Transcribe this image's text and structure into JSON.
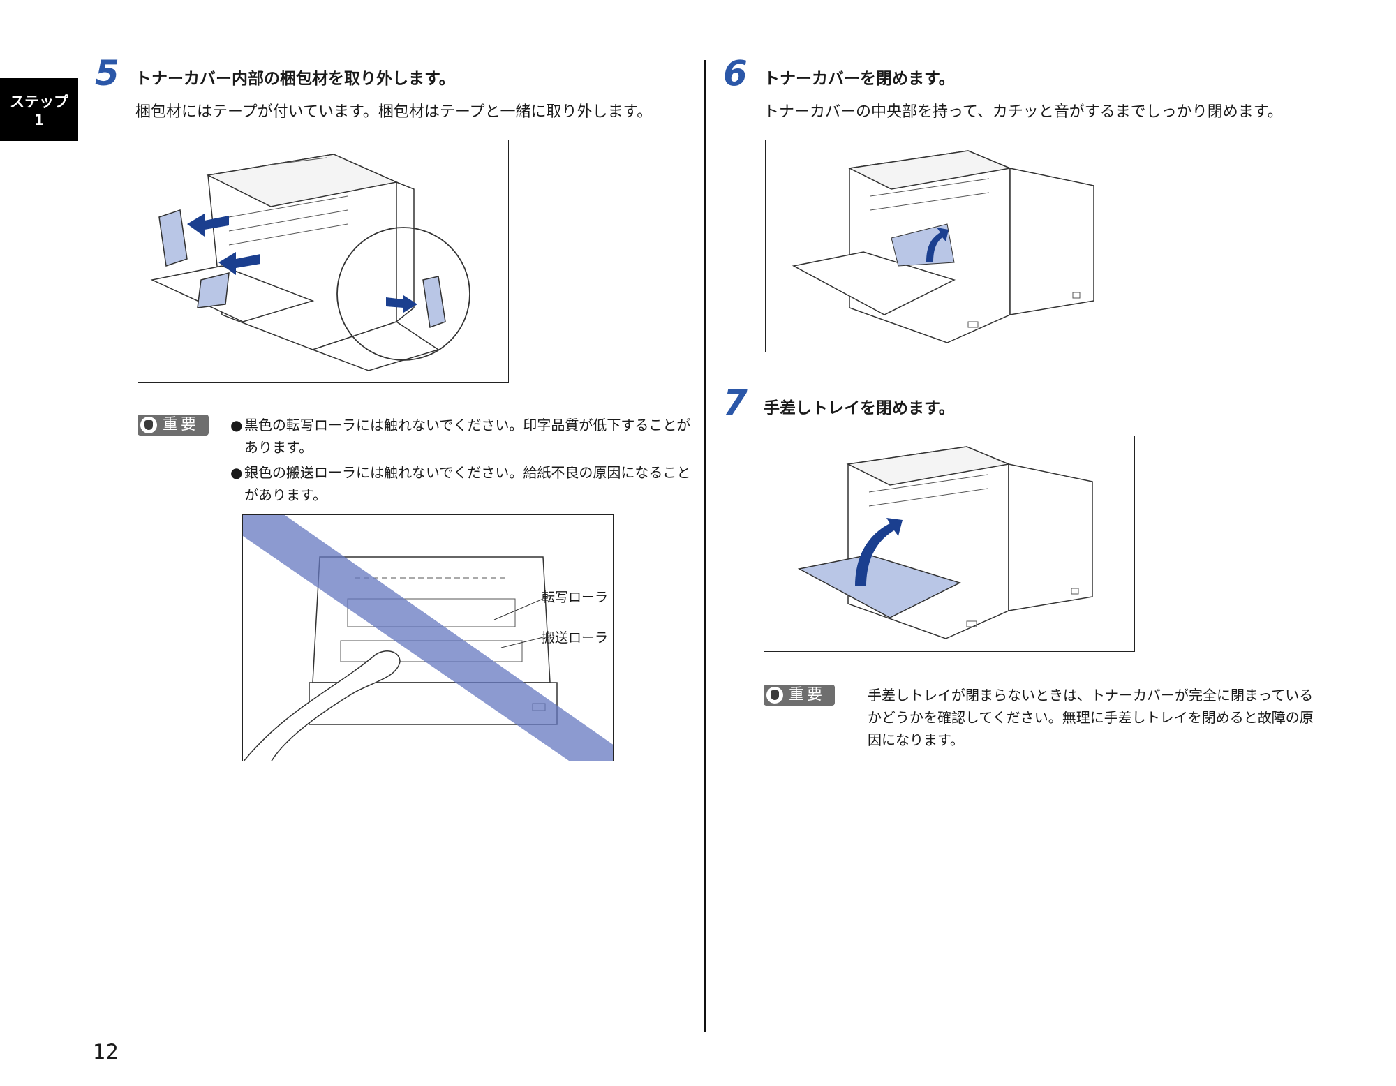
{
  "tab": {
    "line1": "ステップ",
    "line2": "1"
  },
  "page_number": "12",
  "important_label": "重要",
  "step5": {
    "number": "5",
    "title": "トナーカバー内部の梱包材を取り外します。",
    "desc": "梱包材にはテープが付いています。梱包材はテープと一緒に取り外します。",
    "bullets": [
      "黒色の転写ローラには触れないでください。印字品質が低下することがあります。",
      "銀色の搬送ローラには触れないでください。給紙不良の原因になることがあります。"
    ],
    "callouts": {
      "transfer": "転写ローラ",
      "feed": "搬送ローラ"
    }
  },
  "step6": {
    "number": "6",
    "title": "トナーカバーを閉めます。",
    "desc": "トナーカバーの中央部を持って、カチッと音がするまでしっかり閉めます。"
  },
  "step7": {
    "number": "7",
    "title": "手差しトレイを閉めます。",
    "note": "手差しトレイが閉まらないときは、トナーカバーが完全に閉まっているかどうかを確認してください。無理に手差しトレイを閉めると故障の原因になります。"
  },
  "colors": {
    "step_number": "#2b57a8",
    "arrow": "#1b3f8f",
    "highlight": "#b9c6e6",
    "prohibit": "#6678c0"
  }
}
